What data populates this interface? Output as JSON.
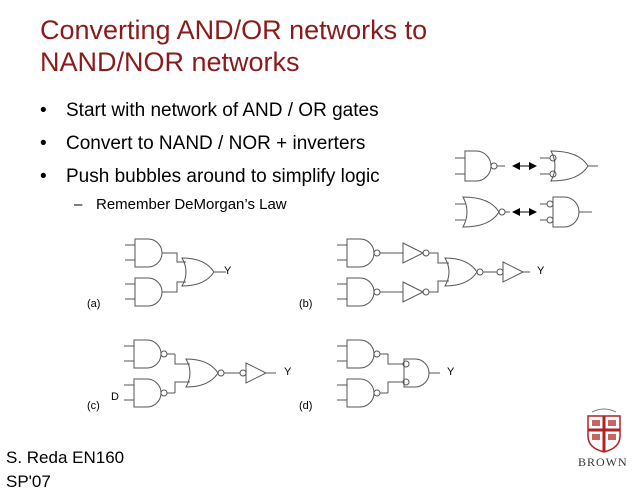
{
  "slide": {
    "title_line1": "Converting AND/OR networks to",
    "title_line2": "NAND/NOR networks",
    "bullets": [
      "Start with network of AND / OR gates",
      "Convert to NAND / NOR + inverters",
      "Push bubbles around to simplify logic"
    ],
    "sub_bullet": "Remember DeMorgan’s Law",
    "bullet_glyph": "•",
    "dash_glyph": "–"
  },
  "diagrams": {
    "a_label": "(a)",
    "b_label": "(b)",
    "c_label": "(c)",
    "d_label": "(d)",
    "output_a": "Y",
    "output_b": "Y",
    "output_c": "Y",
    "output_d": "Y",
    "node_d": "D"
  },
  "footer": {
    "line1": "S. Reda EN160",
    "line2": "SP'07"
  },
  "logo": {
    "text": "BROWN",
    "accent_color": "#b22222"
  },
  "colors": {
    "title": "#8b1a1a",
    "gate_stroke": "#555555"
  }
}
